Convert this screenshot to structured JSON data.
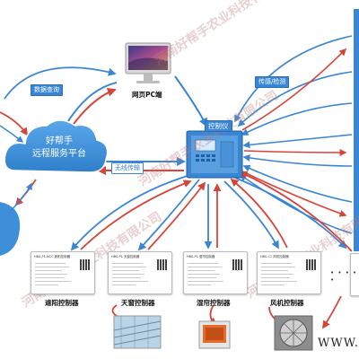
{
  "watermark": {
    "text": "河南好帮手农业科技有限公司"
  },
  "pc_label": "网页PC端",
  "cloud": {
    "line1": "好帮手",
    "line2": "远程服务平台"
  },
  "tags": {
    "data_query": "数据查询",
    "wireless": "无线传输",
    "control_box": "控制仪",
    "sensor": "传感/检测"
  },
  "controllers": [
    {
      "label": "遮阳控制器",
      "header": "HBS-P1-NCC  遮阳控制器"
    },
    {
      "label": "天窗控制器",
      "header": "HBS-P1   天窗控制器"
    },
    {
      "label": "湿帘控制器",
      "header": "HBS-P1   湿帘控制器"
    },
    {
      "label": "风机控制器",
      "header": "HBS-C1   风机控制器"
    }
  ],
  "dots": "• • • • •",
  "url": "WWW.",
  "colors": {
    "blue_arrow": "#3a86d4",
    "red_arrow": "#d6453a",
    "cloud": "#3d8fd9"
  }
}
